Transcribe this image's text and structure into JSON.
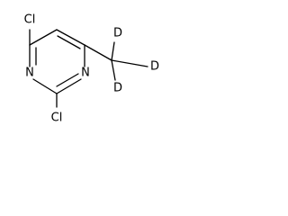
{
  "molecule": {
    "atoms": {
      "cl_top": "Cl",
      "cl_bottom": "Cl",
      "n_left": "N",
      "n_right": "N",
      "d_top": "D",
      "d_right": "D",
      "d_bottom": "D"
    }
  }
}
